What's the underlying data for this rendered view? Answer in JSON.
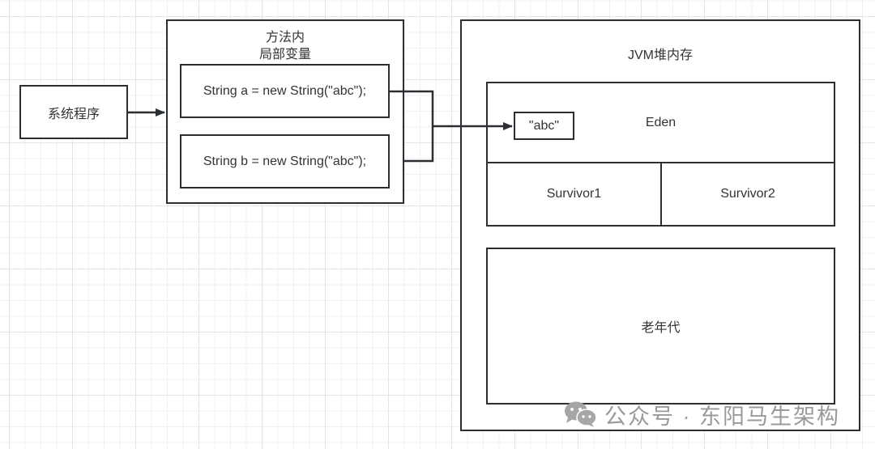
{
  "diagram": {
    "system_program": {
      "label": "系统程序"
    },
    "method_frame": {
      "title_line1": "方法内",
      "title_line2": "局部变量",
      "variables": [
        {
          "code": "String a = new String(\"abc\");"
        },
        {
          "code": "String b = new String(\"abc\");"
        }
      ]
    },
    "heap": {
      "title": "JVM堆内存",
      "eden": {
        "label": "Eden",
        "object": "\"abc\""
      },
      "survivors": [
        {
          "label": "Survivor1"
        },
        {
          "label": "Survivor2"
        }
      ],
      "old_gen": {
        "label": "老年代"
      }
    },
    "edges": [
      {
        "from": "系统程序",
        "to": "方法内 局部变量"
      },
      {
        "from": "String a",
        "to": "\"abc\""
      },
      {
        "from": "String b",
        "to": "\"abc\""
      }
    ]
  },
  "watermark": {
    "icon": "wechat-icon",
    "text": "公众号 · 东阳马生架构"
  },
  "colors": {
    "stroke": "#2b2f33",
    "text": "#333333",
    "watermark": "#9a9a9a",
    "grid": "#e4e4e4"
  }
}
